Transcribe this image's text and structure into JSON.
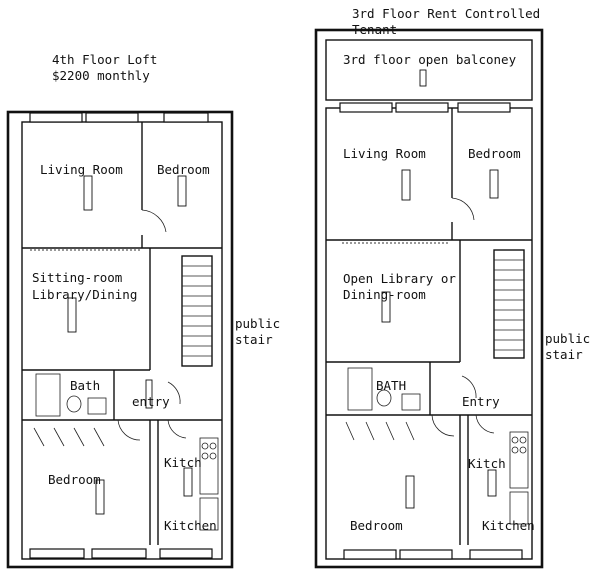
{
  "left_plan": {
    "title_line1": "4th Floor Loft",
    "title_line2": "$2200 monthly",
    "rooms": {
      "living_room": "Living Room",
      "bedroom_front": "Bedroom",
      "sitting_line1": "Sitting-room",
      "sitting_line2": "Library/Dining",
      "bath": "Bath",
      "entry": "entry",
      "bedroom_rear": "Bedroom",
      "kitch": "Kitch",
      "kitchen": "Kitchen"
    },
    "public_stair_line1": "public",
    "public_stair_line2": "stair"
  },
  "right_plan": {
    "title_line1": "3rd Floor Rent Controlled",
    "title_line2": "Tenant",
    "rooms": {
      "balcony": "3rd floor open balconey",
      "living_room": "Living Room",
      "bedroom_front": "Bedroom",
      "library_line1": "Open Library or",
      "library_line2": "Dining-room",
      "bath": "BATH",
      "entry": "Entry",
      "kitch": "Kitch",
      "bedroom_rear": "Bedroom",
      "kitchen": "Kitchen"
    },
    "public_stair_line1": "public",
    "public_stair_line2": "stair"
  }
}
